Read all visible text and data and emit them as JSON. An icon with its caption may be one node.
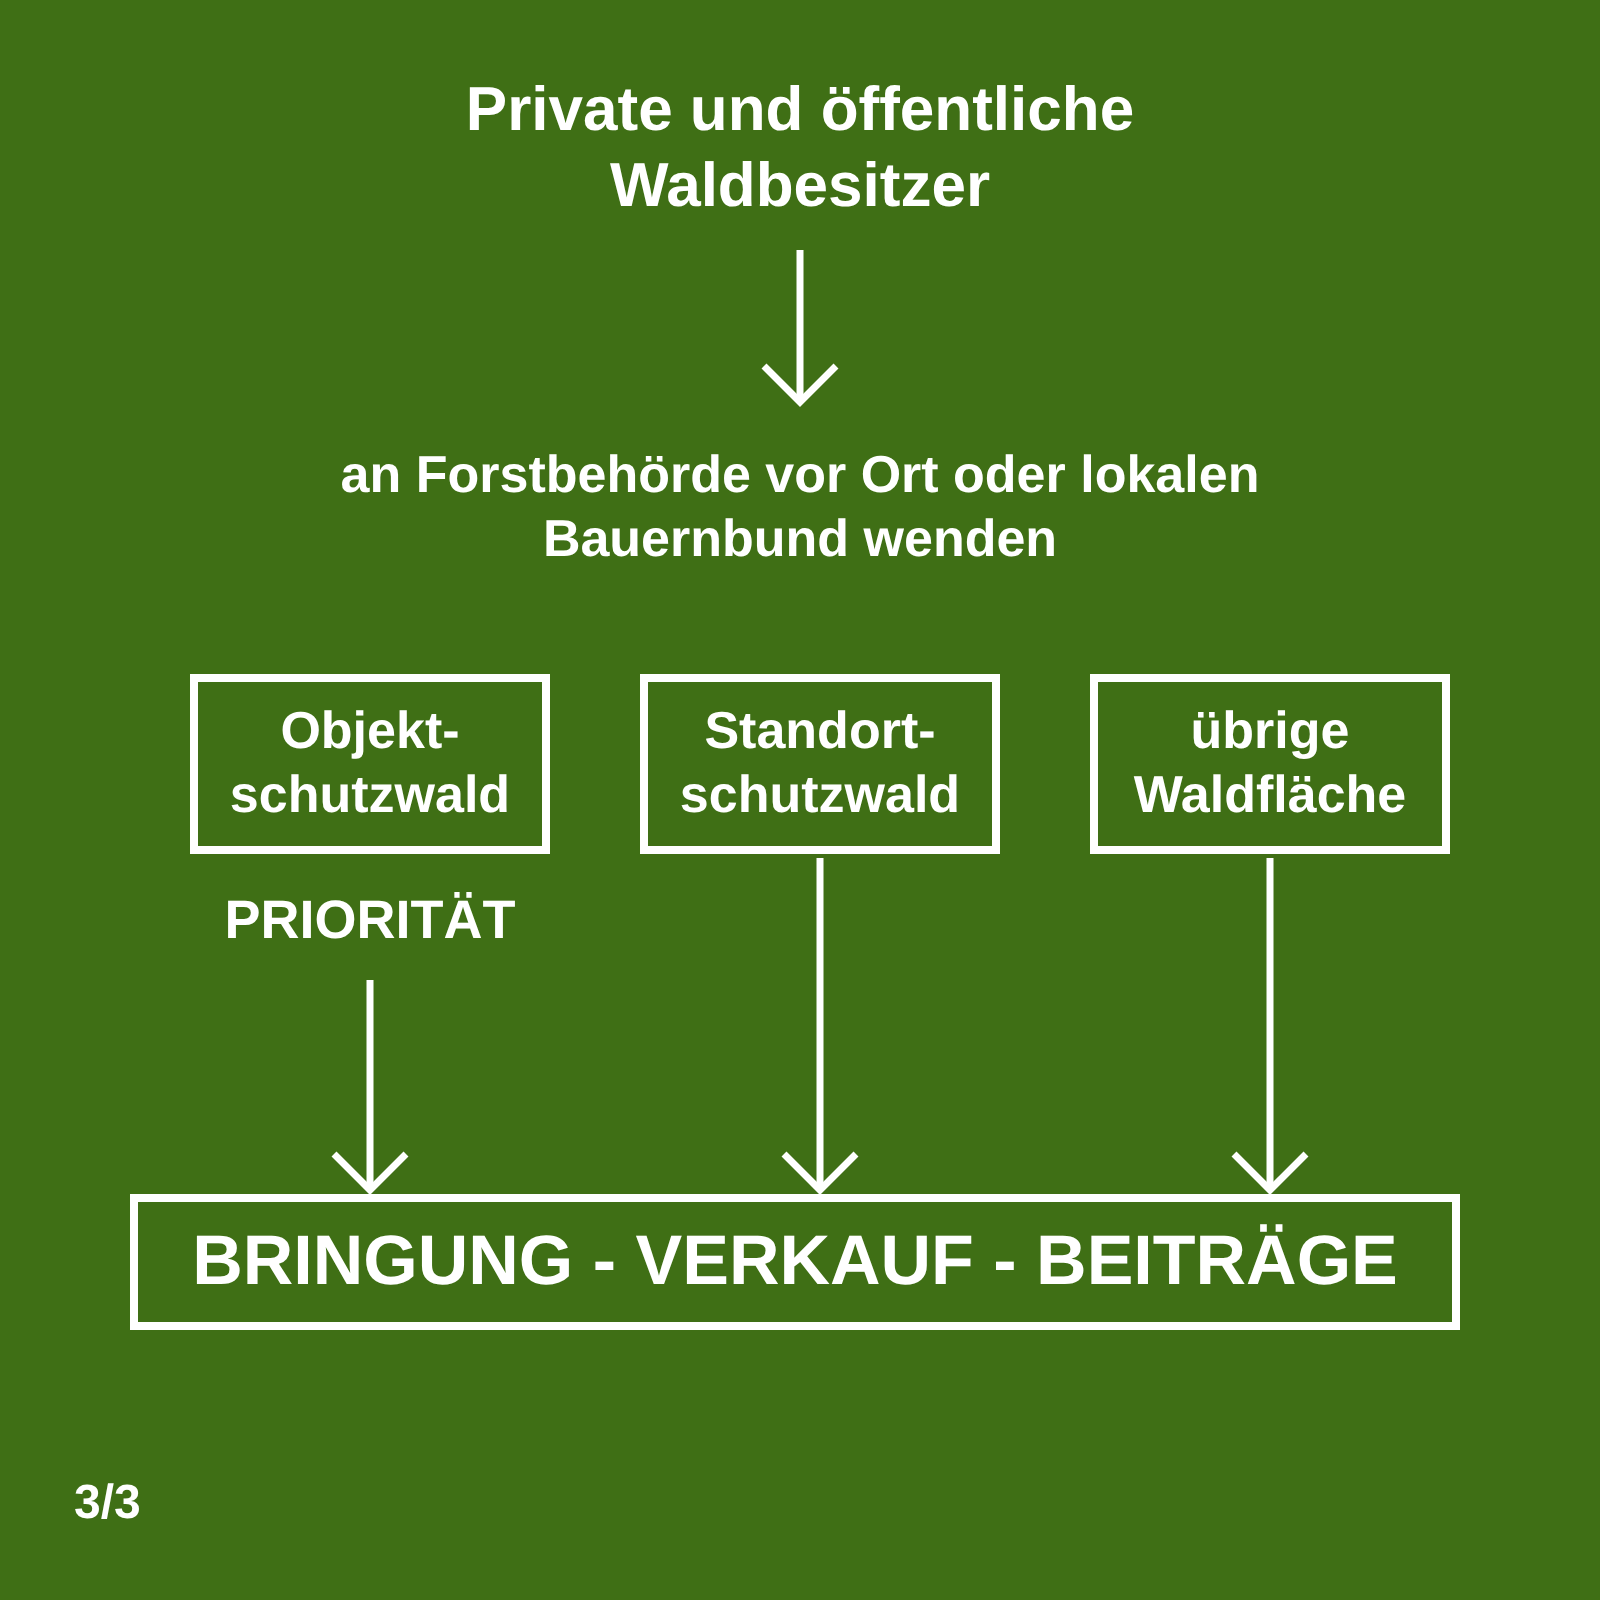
{
  "diagram": {
    "nodes": [
      {
        "text": [
          "Private und öffentliche Waldbesitzer"
        ]
      },
      {
        "text": [
          "an Forstbehörde vor Ort oder lokalen Bauernbund wenden"
        ]
      },
      {
        "text": [
          "Objekt- schutzwald"
        ],
        "beside": [
          "PRIORITÄT"
        ]
      },
      {
        "text": [
          "Standort- schutzwald"
        ]
      },
      {
        "text": [
          "übrige Waldfläche"
        ]
      },
      {
        "text": [
          "BRINGUNG - VERKAUF - BEITRÄGE"
        ]
      }
    ],
    "edges": [
      {
        "from": 0,
        "to": 1,
        "arrow": "to"
      },
      {
        "from": 2,
        "to": 5,
        "arrow": "to"
      },
      {
        "from": 3,
        "to": 5,
        "arrow": "to"
      },
      {
        "from": 4,
        "to": 5,
        "arrow": "to"
      }
    ],
    "labels": [
      "3/3"
    ]
  }
}
